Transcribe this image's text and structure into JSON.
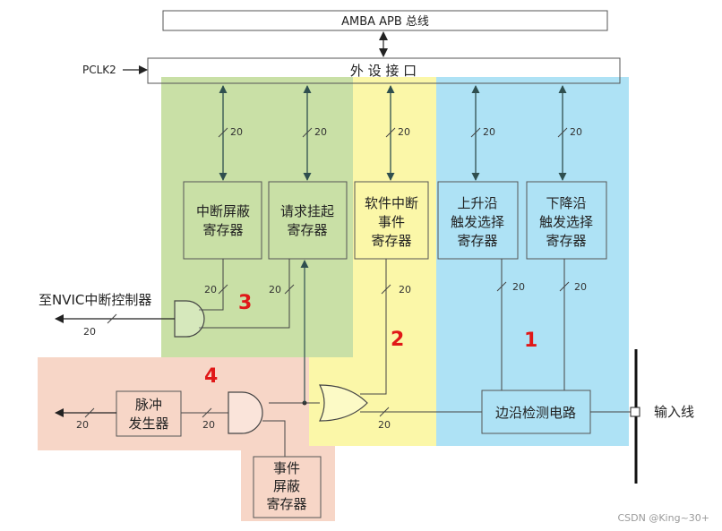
{
  "bus": {
    "label": "AMBA APB 总线"
  },
  "peripheral_interface": {
    "label": "外 设 接 口"
  },
  "clock": {
    "label": "PCLK2"
  },
  "registers": {
    "interrupt_mask": [
      "中断屏蔽",
      "寄存器"
    ],
    "pending_request": [
      "请求挂起",
      "寄存器"
    ],
    "software_interrupt_event": [
      "软件中断",
      "事件",
      "寄存器"
    ],
    "rising_trigger_select": [
      "上升沿",
      "触发选择",
      "寄存器"
    ],
    "falling_trigger_select": [
      "下降沿",
      "触发选择",
      "寄存器"
    ],
    "event_mask": [
      "事件",
      "屏蔽",
      "寄存器"
    ]
  },
  "edge_detect": {
    "label": "边沿检测电路"
  },
  "pulse_generator": [
    "脉冲",
    "发生器"
  ],
  "nvic_output": {
    "label": "至NVIC中断控制器"
  },
  "input_line": {
    "label": "输入线"
  },
  "bus_width": "20",
  "region_numbers": {
    "r1": "1",
    "r2": "2",
    "r3": "3",
    "r4": "4"
  },
  "colors": {
    "region_1": "#aee2f5",
    "region_2": "#fbf7a8",
    "region_3": "#c9e0a6",
    "region_4": "#f7d6c7",
    "arrow": "#2f4f4f",
    "number": "#e01818"
  },
  "watermark": "CSDN @King~30+"
}
